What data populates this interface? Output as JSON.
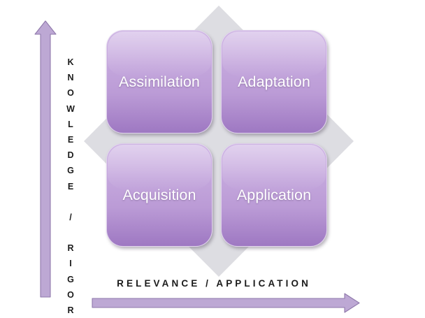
{
  "figure": {
    "title": "Knowledge / Rigor versus Relevance / Application quadrant matrix",
    "colors": {
      "box_gradient_top": "#cdb3e3",
      "box_gradient_bottom": "#9e78c2",
      "box_border": "#e4d8f0",
      "box_text": "#ffffff",
      "diamond_fill": "#dddde2",
      "arrow_fill": "#bda8d4",
      "arrow_outline": "#8f79ab",
      "axis_text": "#1b1b1b",
      "background": "#ffffff"
    }
  },
  "axes": {
    "vertical": {
      "label": "KNOWLEDGE / RIGOR",
      "letters": [
        "K",
        "N",
        "O",
        "W",
        "L",
        "E",
        "D",
        "G",
        "E",
        "",
        "/",
        "",
        "R",
        "I",
        "G",
        "O",
        "R"
      ],
      "arrow_icon": "arrow-up-icon",
      "direction": "up"
    },
    "horizontal": {
      "label": "RELEVANCE / APPLICATION",
      "arrow_icon": "arrow-right-icon",
      "direction": "right"
    }
  },
  "quadrants": [
    {
      "id": "top-left",
      "label": "Assimilation"
    },
    {
      "id": "top-right",
      "label": "Adaptation"
    },
    {
      "id": "bottom-left",
      "label": "Acquisition"
    },
    {
      "id": "bottom-right",
      "label": "Application"
    }
  ],
  "decoration": {
    "diamond_icon": "diamond-shape"
  }
}
